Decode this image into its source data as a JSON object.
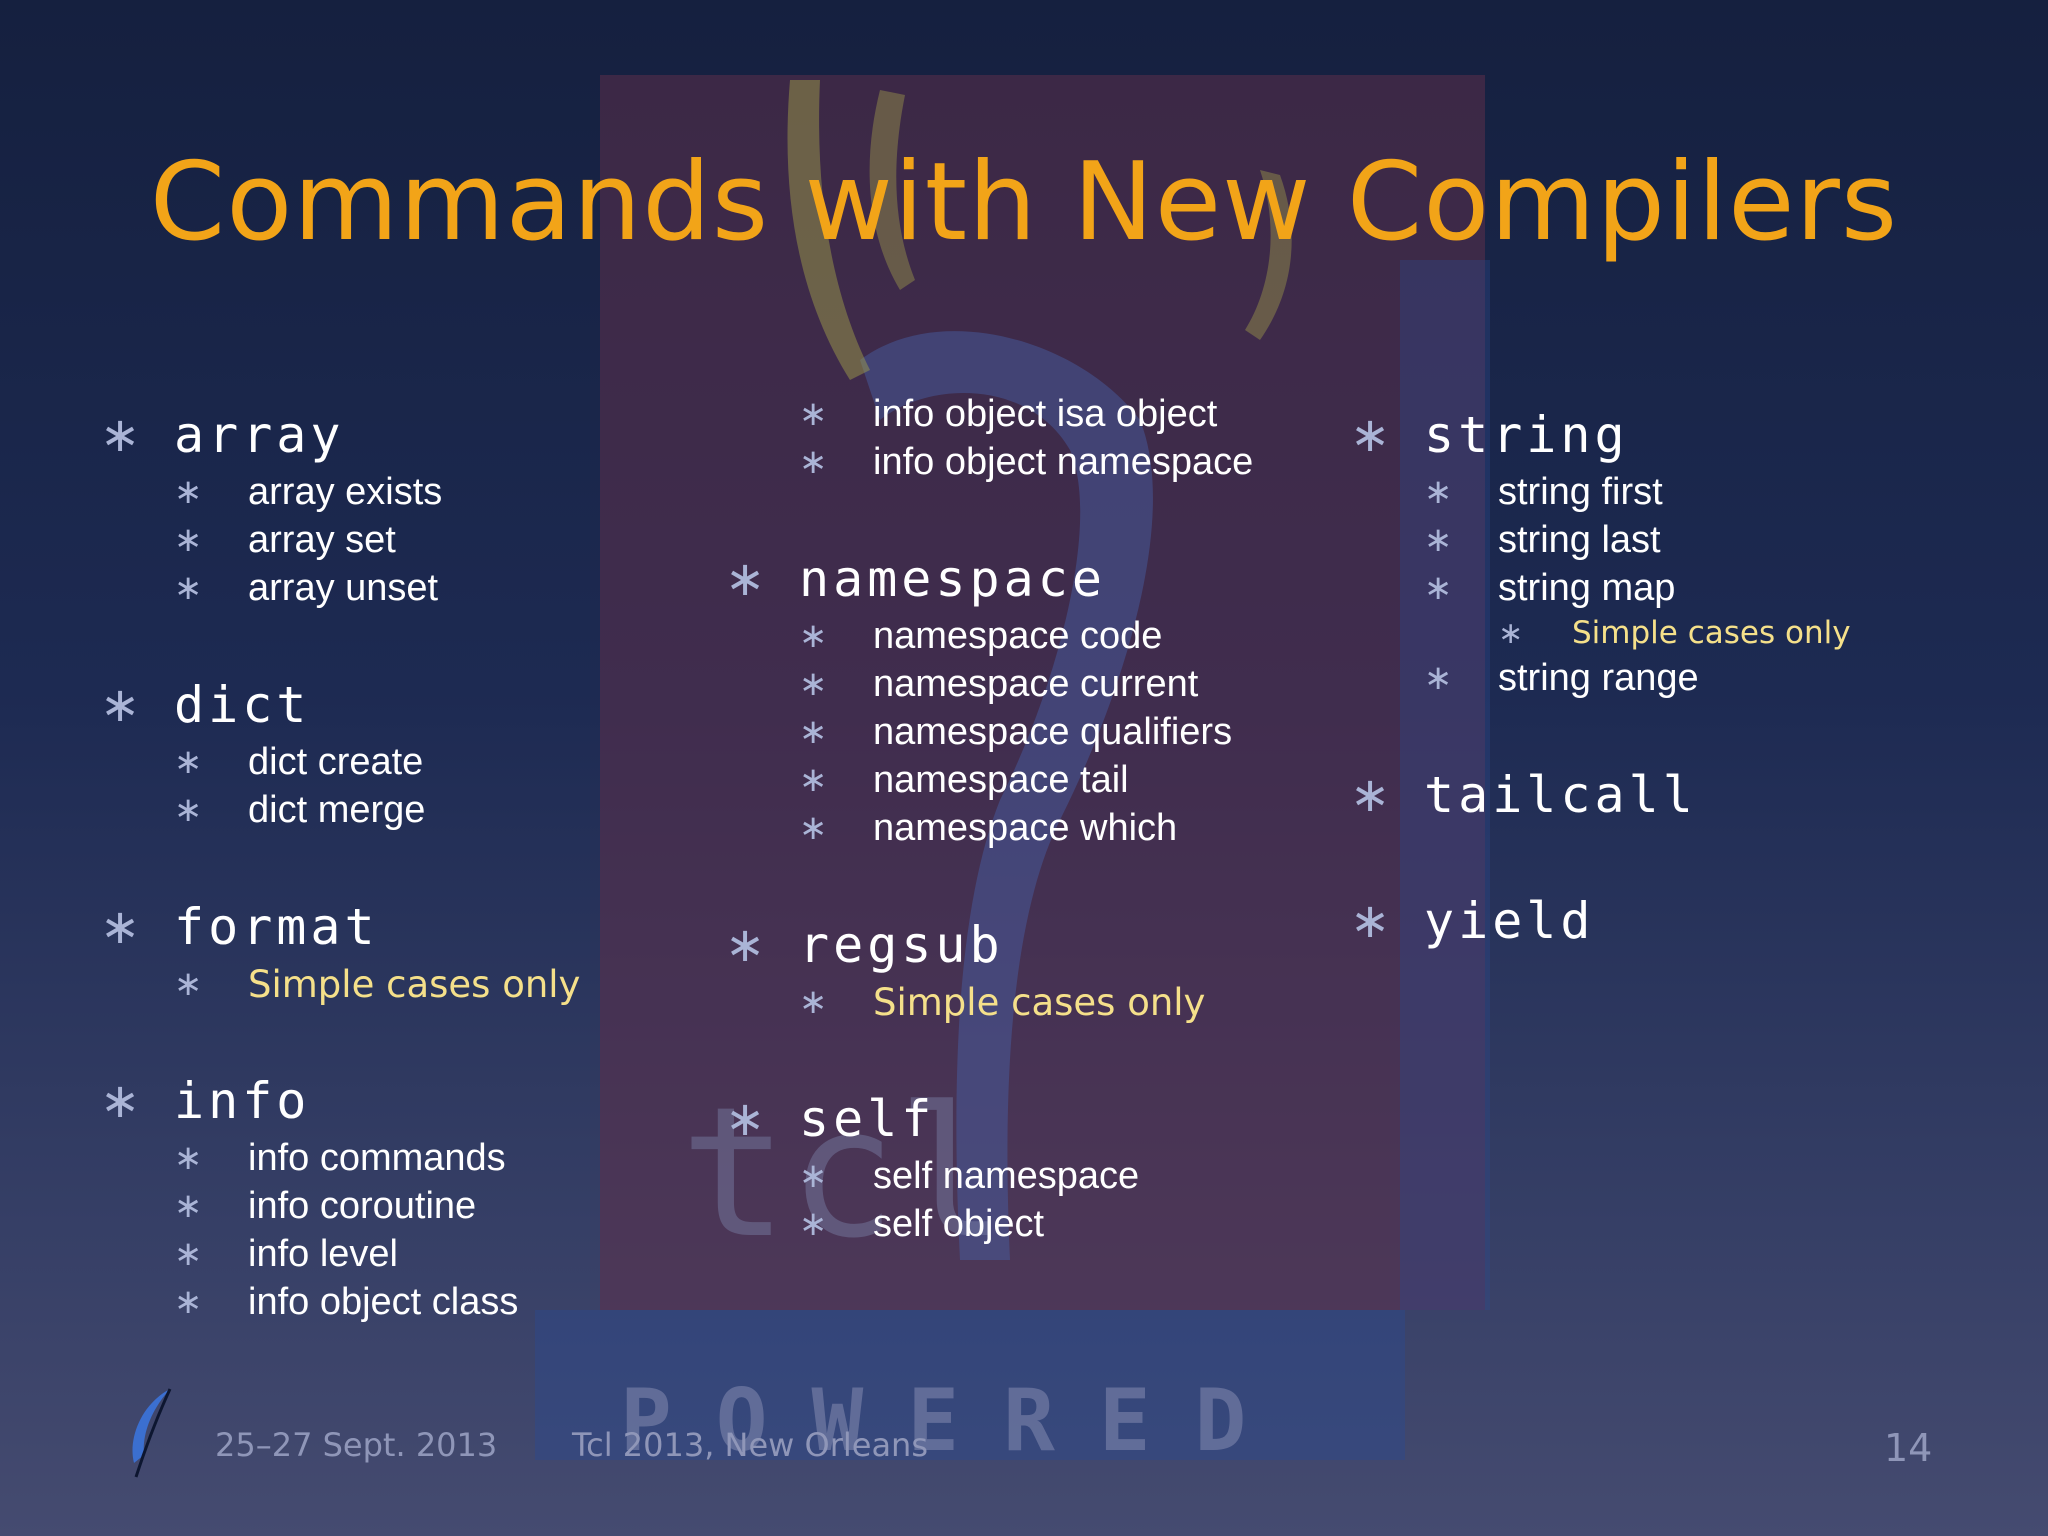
{
  "title": "Commands with New Compilers",
  "columns": [
    {
      "groups": [
        {
          "command": "array",
          "items": [
            {
              "text": "array exists"
            },
            {
              "text": "array set"
            },
            {
              "text": "array unset"
            }
          ]
        },
        {
          "command": "dict",
          "items": [
            {
              "text": "dict create"
            },
            {
              "text": "dict merge"
            }
          ]
        },
        {
          "command": "format",
          "items": [
            {
              "text": "Simple cases only",
              "note": true
            }
          ]
        },
        {
          "command": "info",
          "items": [
            {
              "text": "info commands"
            },
            {
              "text": "info coroutine"
            },
            {
              "text": "info level"
            },
            {
              "text": "info object class"
            }
          ]
        }
      ]
    },
    {
      "groups": [
        {
          "command": "",
          "items": [
            {
              "text": "info object isa object"
            },
            {
              "text": "info object namespace"
            }
          ]
        },
        {
          "command": "namespace",
          "items": [
            {
              "text": "namespace code"
            },
            {
              "text": "namespace current"
            },
            {
              "text": "namespace qualifiers"
            },
            {
              "text": "namespace tail"
            },
            {
              "text": "namespace which"
            }
          ]
        },
        {
          "command": "regsub",
          "items": [
            {
              "text": "Simple cases only",
              "note": true
            }
          ]
        },
        {
          "command": "self",
          "items": [
            {
              "text": "self namespace"
            },
            {
              "text": "self object"
            }
          ]
        }
      ]
    },
    {
      "groups": [
        {
          "command": "string",
          "items": [
            {
              "text": "string first"
            },
            {
              "text": "string last"
            },
            {
              "text": "string map",
              "sub": [
                {
                  "text": "Simple cases only",
                  "note": true
                }
              ]
            },
            {
              "text": "string range"
            }
          ]
        },
        {
          "command": "tailcall",
          "items": []
        },
        {
          "command": "yield",
          "items": []
        }
      ]
    }
  ],
  "bullet_glyph": "∗",
  "logo": {
    "text": "POWERED",
    "letters": "tcl"
  },
  "footer": {
    "date": "25–27 Sept. 2013",
    "event": "Tcl 2013, New Orleans",
    "page": "14"
  },
  "colors": {
    "title": "#f2a418",
    "note": "#f5e08a",
    "bullet": "#aab4d6",
    "text": "#ffffff"
  }
}
